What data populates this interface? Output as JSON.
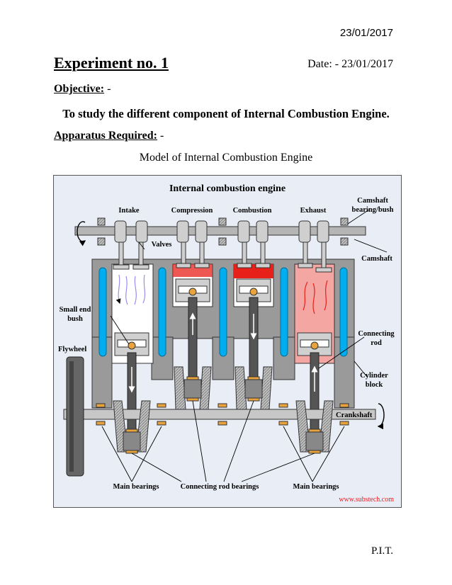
{
  "header": {
    "date": "23/01/2017"
  },
  "title": {
    "experiment": "Experiment no. 1",
    "date": "Date: - 23/01/2017"
  },
  "objective": {
    "label": "Objective:",
    "suffix": " -",
    "text": "To study the different component of Internal Combustion Engine."
  },
  "apparatus": {
    "label": "Apparatus Required:",
    "suffix": " -",
    "caption": "Model of Internal Combustion Engine"
  },
  "figure": {
    "title": "Internal combustion engine",
    "labels": {
      "intake": "Intake",
      "compression": "Compression",
      "combustion": "Combustion",
      "exhaust": "Exhaust",
      "camshaft_bearing_1": "Camshaft",
      "camshaft_bearing_2": "bearing/bush",
      "valves": "Valves",
      "camshaft": "Camshaft",
      "small_end_1": "Small end",
      "small_end_2": "bush",
      "flywheel": "Flywheel",
      "connecting_rod_1": "Connecting",
      "connecting_rod_2": "rod",
      "cylinder_block_1": "Cylinder",
      "cylinder_block_2": "block",
      "crankshaft": "Crankshaft",
      "main_bearings_left": "Main bearings",
      "connecting_rod_bearings": "Connecting rod bearings",
      "main_bearings_right": "Main bearings",
      "credit": "www.substech.com"
    },
    "colors": {
      "block": "#9a9a9a",
      "coolant": "#00aeef",
      "bearing": "#e8a33c",
      "combustion": "#e8201a",
      "exhaust_gas": "#f4a6a3",
      "intake_flow": "#9b8cf0",
      "credit": "#e31e24"
    }
  },
  "footer": {
    "text": "P.I.T."
  }
}
